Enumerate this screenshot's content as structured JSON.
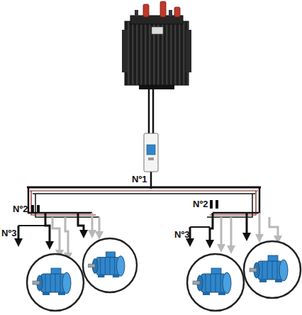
{
  "diagram": {
    "labels": [
      "Nº1",
      "Nº2",
      "Nº2",
      "Nº3",
      "Nº3"
    ]
  }
}
